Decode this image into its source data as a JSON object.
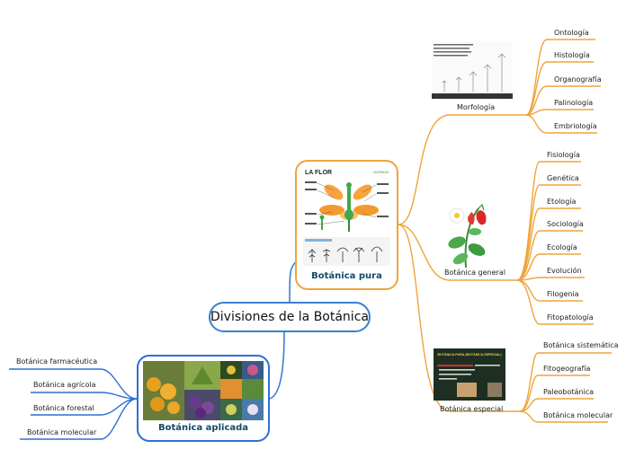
{
  "root": {
    "label": "Divisiones de la Botánica"
  },
  "pura": {
    "label": "Botánica pura",
    "image": {
      "title": "LA FLOR",
      "tag": "NORMAS"
    }
  },
  "aplicada": {
    "label": "Botánica aplicada"
  },
  "branches": {
    "morfologia": {
      "label": "Morfología",
      "children": [
        "Ontología",
        "Histología",
        "Organografía",
        "Palinología",
        "Embriología"
      ]
    },
    "general": {
      "label": "Botánica general",
      "children": [
        "Fisiología",
        "Genética",
        "Etología",
        "Sociología",
        "Ecología",
        "Evolución",
        "Filogenia",
        "Fitopatología"
      ]
    },
    "especial": {
      "label": "Botánica especial",
      "image": {
        "title": "BOTÁNICA PURA (BOTÁNICA ESPECIAL)"
      },
      "children": [
        "Botánica sistemática",
        "Fitogeografía",
        "Paleobotánica",
        "Botánica molecular"
      ]
    }
  },
  "aplicada_children": [
    "Botánica farmacéutica",
    "Botánica agrícola",
    "Botánica forestal",
    "Botánica molecular"
  ],
  "colors": {
    "orange": "#f0a43a",
    "blue": "#2e6fd4",
    "root_border": "#3a7fd0"
  }
}
